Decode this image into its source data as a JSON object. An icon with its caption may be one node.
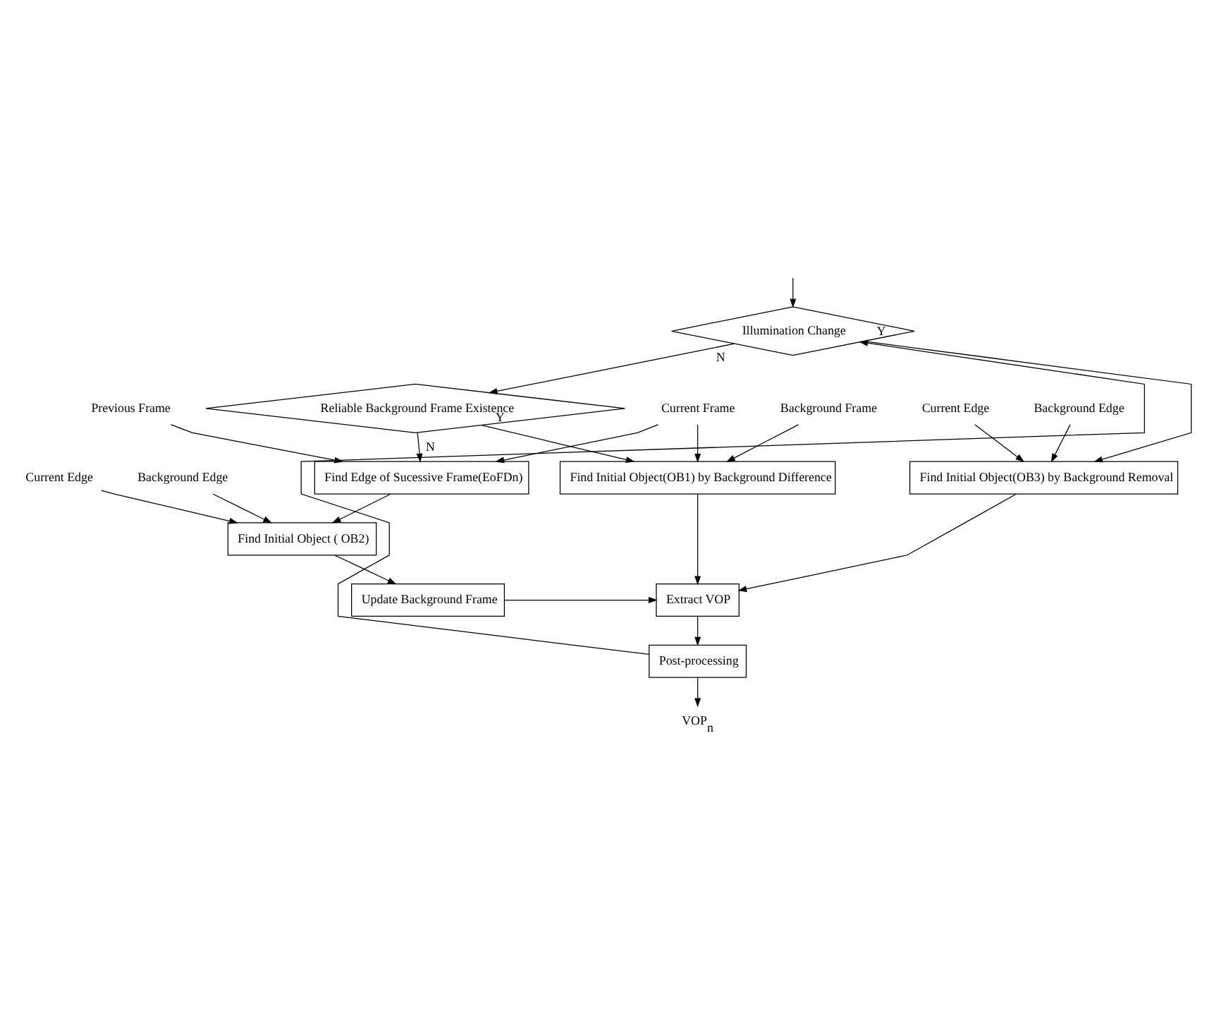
{
  "diagram": {
    "nodes": [
      {
        "text": [
          "Illumination Change"
        ]
      },
      {
        "text": [
          "Reliable Background Frame Existence"
        ]
      },
      {
        "text": [
          "Current Edge"
        ]
      },
      {
        "text": [
          "Background Edge"
        ]
      },
      {
        "text": [
          "Background Frame"
        ]
      },
      {
        "text": [
          "Current Frame"
        ]
      },
      {
        "text": [
          "Previous Frame"
        ]
      },
      {
        "text": [
          "Find Initial Object(OB3) by Background Removal"
        ]
      },
      {
        "text": [
          "Find Initial Object(OB1) by Background Difference"
        ]
      },
      {
        "text": [
          "Find Edge of Sucessive Frame(EoFDn)"
        ]
      },
      {
        "text": [
          "Current Edge"
        ]
      },
      {
        "text": [
          "Background Edge"
        ]
      },
      {
        "text": [
          "Find Initial Object ( OB2)"
        ]
      },
      {
        "text": [
          "Update Background Frame"
        ]
      },
      {
        "text": [
          "Extract VOP"
        ]
      },
      {
        "text": [
          "Post-processing"
        ]
      },
      {
        "text": [
          "VOP$_{n}$"
        ]
      }
    ],
    "edges": [
      {
        "from": null,
        "to": 0,
        "arrow": "to"
      },
      {
        "from": 0,
        "to": 1,
        "arrow": "to",
        "label": "N"
      },
      {
        "from": 0,
        "to": 7,
        "arrow": "to",
        "label": "Y"
      },
      {
        "from": 2,
        "to": 7,
        "arrow": "to"
      },
      {
        "from": 3,
        "to": 7,
        "arrow": "to"
      },
      {
        "from": 1,
        "to": 9,
        "arrow": "to",
        "label": "N"
      },
      {
        "from": 1,
        "to": 8,
        "arrow": "to",
        "label": "Y"
      },
      {
        "from": 4,
        "to": 8,
        "arrow": "to"
      },
      {
        "from": 5,
        "to": 8,
        "arrow": "to"
      },
      {
        "from": 5,
        "to": 9,
        "arrow": "to"
      },
      {
        "from": 6,
        "to": 9,
        "arrow": "to"
      },
      {
        "from": 9,
        "to": 12,
        "arrow": "to"
      },
      {
        "from": 10,
        "to": 12,
        "arrow": "to"
      },
      {
        "from": 11,
        "to": 12,
        "arrow": "to"
      },
      {
        "from": 12,
        "to": 13,
        "arrow": "to"
      },
      {
        "from": 13,
        "to": 14,
        "arrow": "to"
      },
      {
        "from": 7,
        "to": 14,
        "arrow": "to"
      },
      {
        "from": 8,
        "to": 14,
        "arrow": "to"
      },
      {
        "from": 14,
        "to": 15,
        "arrow": "to"
      },
      {
        "from": 15,
        "to": 0,
        "arrow": "to"
      },
      {
        "from": 15,
        "to": 16,
        "arrow": "to"
      }
    ]
  }
}
